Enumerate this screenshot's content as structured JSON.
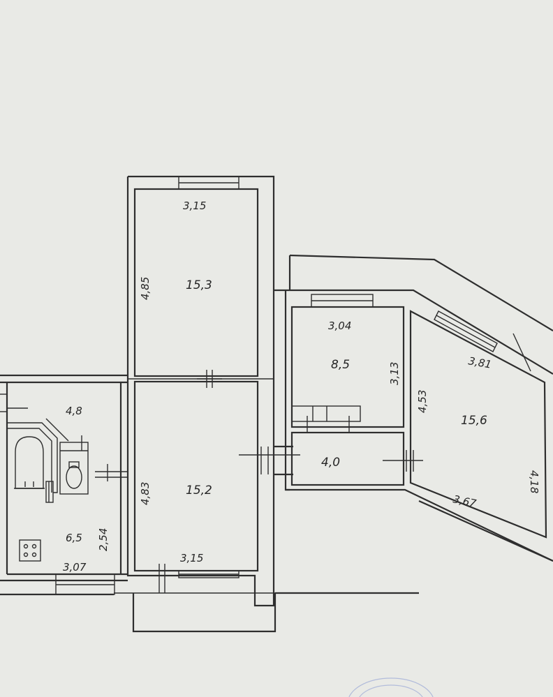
{
  "rooms": {
    "room_top_left": {
      "area": "15,3",
      "width": "3,15",
      "length": "4,85"
    },
    "room_bottom_left": {
      "area": "15,2",
      "width": "3,15",
      "length": "4,83"
    },
    "corridor": {
      "area": "4,8"
    },
    "kitchen": {
      "area": "6,5",
      "width": "3,07",
      "length": "2,54"
    },
    "small_room": {
      "area": "8,5",
      "width": "3,04",
      "length": "3,13"
    },
    "hall": {
      "area": "4,0"
    },
    "room_right": {
      "area": "15,6",
      "top": "3,81",
      "bottom": "3,67",
      "left": "4,53",
      "right": "4,18"
    }
  }
}
